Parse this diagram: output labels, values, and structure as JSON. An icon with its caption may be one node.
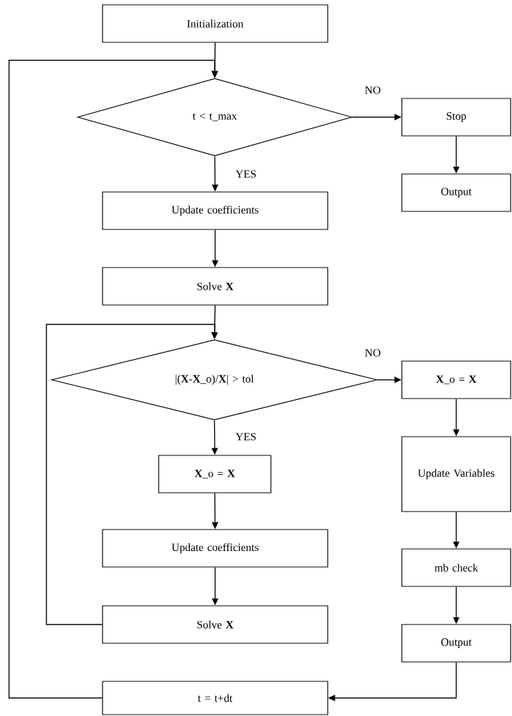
{
  "diagram": {
    "nodes": [
      {
        "text": [
          "Initialization"
        ]
      },
      {
        "text": [
          "t < t_max"
        ]
      },
      {
        "text": [
          "Stop"
        ]
      },
      {
        "text": [
          "Output"
        ]
      },
      {
        "text": [
          "Update coefficients"
        ]
      },
      {
        "text": [
          "Solve **X**"
        ]
      },
      {
        "text": [
          "|(**X**-**X**_o)/**X**| > tol"
        ]
      },
      {
        "text": [
          "**X**_o = **X**"
        ]
      },
      {
        "text": [
          "Update Variables"
        ]
      },
      {
        "text": [
          "**X**_o = **X**"
        ]
      },
      {
        "text": [
          "Update coefficients"
        ]
      },
      {
        "text": [
          "Solve **X**"
        ]
      },
      {
        "text": [
          "mb check"
        ]
      },
      {
        "text": [
          "Output"
        ]
      },
      {
        "text": [
          "t = t+dt"
        ]
      }
    ],
    "edges": [
      {
        "from": 0,
        "to": 1,
        "arrow": "to"
      },
      {
        "from": 1,
        "to": 2,
        "arrow": "to",
        "label": "NO"
      },
      {
        "from": 2,
        "to": 3,
        "arrow": "to"
      },
      {
        "from": 1,
        "to": 4,
        "arrow": "to",
        "label": "YES"
      },
      {
        "from": 4,
        "to": 5,
        "arrow": "to"
      },
      {
        "from": 5,
        "to": 6,
        "arrow": "to"
      },
      {
        "from": 6,
        "to": 7,
        "arrow": "to",
        "label": "NO"
      },
      {
        "from": 7,
        "to": 8,
        "arrow": "to"
      },
      {
        "from": 6,
        "to": 9,
        "arrow": "to",
        "label": "YES"
      },
      {
        "from": 9,
        "to": 10,
        "arrow": "to"
      },
      {
        "from": 10,
        "to": 11,
        "arrow": "to"
      },
      {
        "from": 11,
        "to": 6,
        "arrow": "to"
      },
      {
        "from": 8,
        "to": 12,
        "arrow": "to"
      },
      {
        "from": 12,
        "to": 13,
        "arrow": "to"
      },
      {
        "from": 13,
        "to": 14,
        "arrow": "to"
      },
      {
        "from": 14,
        "to": 1,
        "arrow": "to"
      }
    ]
  }
}
